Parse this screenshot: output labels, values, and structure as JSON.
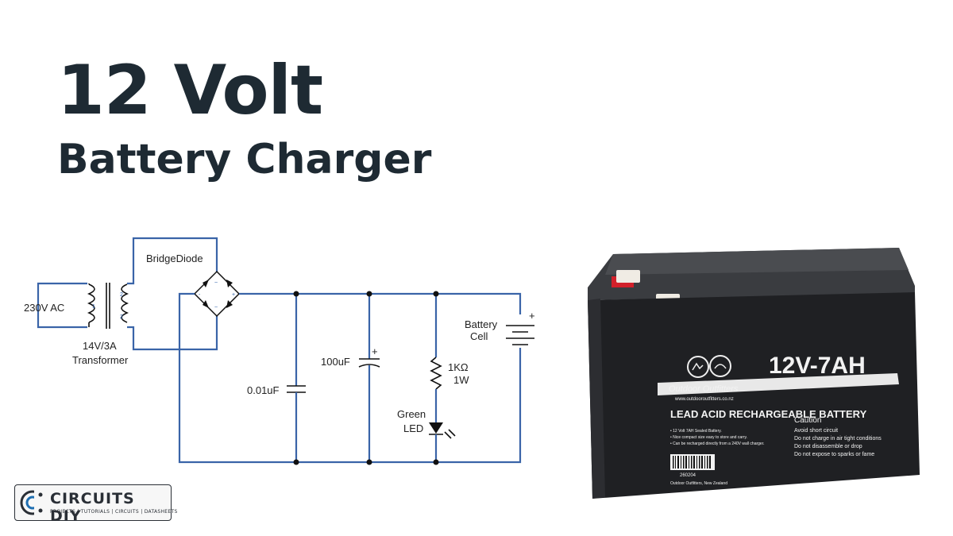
{
  "heading": {
    "title": "12 Volt",
    "subtitle": "Battery Charger"
  },
  "circuit": {
    "labels": {
      "ac_source": "230V AC",
      "transformer_rating": "14V/3A",
      "transformer_name": "Transformer",
      "bridge": "BridgeDiode",
      "ceramic_cap": "0.01uF",
      "electrolytic_cap": "100uF",
      "resistor_value": "1KΩ",
      "resistor_power": "1W",
      "led_color": "Green",
      "led_name": "LED",
      "battery_line1": "Battery",
      "battery_line2": "Cell",
      "battery_plus": "+",
      "cap_plus": "+",
      "bridge_plus": "+",
      "bridge_minus": "-",
      "bridge_ac1": "~",
      "bridge_ac2": "~",
      "tr_pin_1": "1",
      "tr_pin_s1": "2",
      "tr_pin_s2": "2"
    },
    "colors": {
      "wire": "#3a64a8",
      "component": "#111111"
    }
  },
  "battery_photo": {
    "brand": "Outdoor Outfitters",
    "website": "www.outdooroutfitters.co.nz",
    "rating": "12V-7AH",
    "type": "LEAD ACID RECHARGEABLE BATTERY",
    "features": [
      "• 12 Volt 7AH Sealed Battery.",
      "• Nice compact size easy to store and carry.",
      "• Can be recharged directly from a 240V wall charger."
    ],
    "caution_title": "Caution",
    "cautions": [
      "Avoid short circuit",
      "Do not charge in air tight conditions",
      "Do not disassemble or drop",
      "Do not expose to sparks or fame"
    ],
    "barcode_number": "260204",
    "footer": "Outdoor Outfitters, New Zealand"
  },
  "logo": {
    "name": "CIRCUITS DIY",
    "tagline": "PROJECTS | TUTORIALS | CIRCUITS | DATASHEETS"
  }
}
